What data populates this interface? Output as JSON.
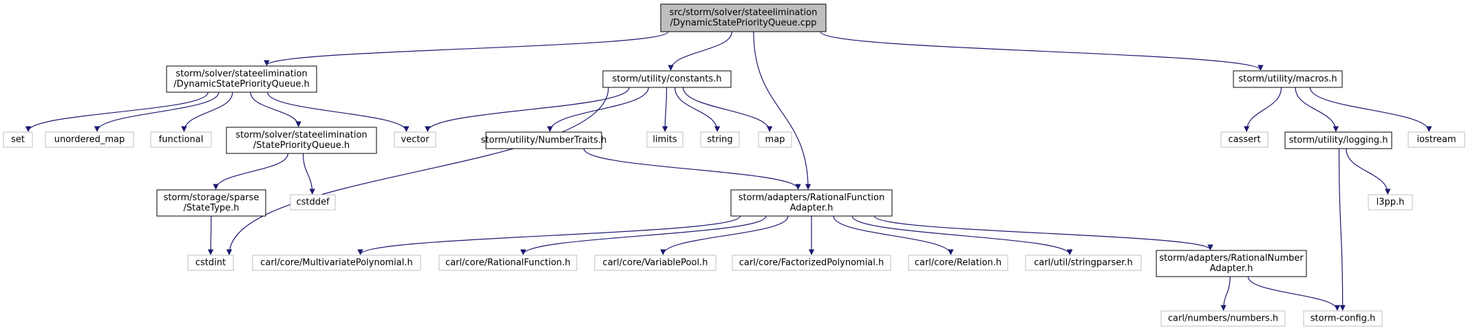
{
  "nodes": [
    {
      "id": "main",
      "lines": [
        "src/storm/solver/stateelimination",
        "/DynamicStatePriorityQueue.cpp"
      ],
      "style": "main"
    },
    {
      "id": "dspq_h",
      "lines": [
        "storm/solver/stateelimination",
        "/DynamicStatePriorityQueue.h"
      ],
      "style": "black"
    },
    {
      "id": "constants_h",
      "lines": [
        "storm/utility/constants.h"
      ],
      "style": "black"
    },
    {
      "id": "macros_h",
      "lines": [
        "storm/utility/macros.h"
      ],
      "style": "black"
    },
    {
      "id": "set",
      "lines": [
        "set"
      ],
      "style": "gray"
    },
    {
      "id": "unordered_map",
      "lines": [
        "unordered_map"
      ],
      "style": "gray"
    },
    {
      "id": "functional",
      "lines": [
        "functional"
      ],
      "style": "gray"
    },
    {
      "id": "spq_h",
      "lines": [
        "storm/solver/stateelimination",
        "/StatePriorityQueue.h"
      ],
      "style": "black"
    },
    {
      "id": "vector",
      "lines": [
        "vector"
      ],
      "style": "gray"
    },
    {
      "id": "numbertraits_h",
      "lines": [
        "storm/utility/NumberTraits.h"
      ],
      "style": "black"
    },
    {
      "id": "limits",
      "lines": [
        "limits"
      ],
      "style": "gray"
    },
    {
      "id": "string",
      "lines": [
        "string"
      ],
      "style": "gray"
    },
    {
      "id": "map",
      "lines": [
        "map"
      ],
      "style": "gray"
    },
    {
      "id": "cassert",
      "lines": [
        "cassert"
      ],
      "style": "gray"
    },
    {
      "id": "logging_h",
      "lines": [
        "storm/utility/logging.h"
      ],
      "style": "black"
    },
    {
      "id": "iostream",
      "lines": [
        "iostream"
      ],
      "style": "gray"
    },
    {
      "id": "statetype_h",
      "lines": [
        "storm/storage/sparse",
        "/StateType.h"
      ],
      "style": "black"
    },
    {
      "id": "cstddef",
      "lines": [
        "cstddef"
      ],
      "style": "gray"
    },
    {
      "id": "rfa_h",
      "lines": [
        "storm/adapters/RationalFunction",
        "Adapter.h"
      ],
      "style": "black"
    },
    {
      "id": "l3pp_h",
      "lines": [
        "l3pp.h"
      ],
      "style": "gray"
    },
    {
      "id": "cstdint",
      "lines": [
        "cstdint"
      ],
      "style": "gray"
    },
    {
      "id": "mvpoly_h",
      "lines": [
        "carl/core/MultivariatePolynomial.h"
      ],
      "style": "gray"
    },
    {
      "id": "ratfunc_h",
      "lines": [
        "carl/core/RationalFunction.h"
      ],
      "style": "gray"
    },
    {
      "id": "varpool_h",
      "lines": [
        "carl/core/VariablePool.h"
      ],
      "style": "gray"
    },
    {
      "id": "factpoly_h",
      "lines": [
        "carl/core/FactorizedPolynomial.h"
      ],
      "style": "gray"
    },
    {
      "id": "relation_h",
      "lines": [
        "carl/core/Relation.h"
      ],
      "style": "gray"
    },
    {
      "id": "stringparser_h",
      "lines": [
        "carl/util/stringparser.h"
      ],
      "style": "gray"
    },
    {
      "id": "rna_h",
      "lines": [
        "storm/adapters/RationalNumber",
        "Adapter.h"
      ],
      "style": "black"
    },
    {
      "id": "numbers_h",
      "lines": [
        "carl/numbers/numbers.h"
      ],
      "style": "gray"
    },
    {
      "id": "stormconfig_h",
      "lines": [
        "storm-config.h"
      ],
      "style": "gray"
    }
  ],
  "edges": [
    [
      "main",
      "dspq_h"
    ],
    [
      "main",
      "constants_h"
    ],
    [
      "main",
      "rfa_h"
    ],
    [
      "main",
      "macros_h"
    ],
    [
      "dspq_h",
      "set"
    ],
    [
      "dspq_h",
      "unordered_map"
    ],
    [
      "dspq_h",
      "functional"
    ],
    [
      "dspq_h",
      "spq_h"
    ],
    [
      "dspq_h",
      "vector"
    ],
    [
      "constants_h",
      "vector"
    ],
    [
      "constants_h",
      "cstdint"
    ],
    [
      "constants_h",
      "numbertraits_h"
    ],
    [
      "constants_h",
      "limits"
    ],
    [
      "constants_h",
      "string"
    ],
    [
      "constants_h",
      "map"
    ],
    [
      "macros_h",
      "cassert"
    ],
    [
      "macros_h",
      "logging_h"
    ],
    [
      "macros_h",
      "iostream"
    ],
    [
      "spq_h",
      "statetype_h"
    ],
    [
      "spq_h",
      "cstddef"
    ],
    [
      "statetype_h",
      "cstdint"
    ],
    [
      "numbertraits_h",
      "rfa_h"
    ],
    [
      "logging_h",
      "l3pp_h"
    ],
    [
      "logging_h",
      "stormconfig_h"
    ],
    [
      "rfa_h",
      "mvpoly_h"
    ],
    [
      "rfa_h",
      "ratfunc_h"
    ],
    [
      "rfa_h",
      "varpool_h"
    ],
    [
      "rfa_h",
      "factpoly_h"
    ],
    [
      "rfa_h",
      "relation_h"
    ],
    [
      "rfa_h",
      "stringparser_h"
    ],
    [
      "rfa_h",
      "rna_h"
    ],
    [
      "rna_h",
      "numbers_h"
    ],
    [
      "rna_h",
      "stormconfig_h"
    ]
  ]
}
